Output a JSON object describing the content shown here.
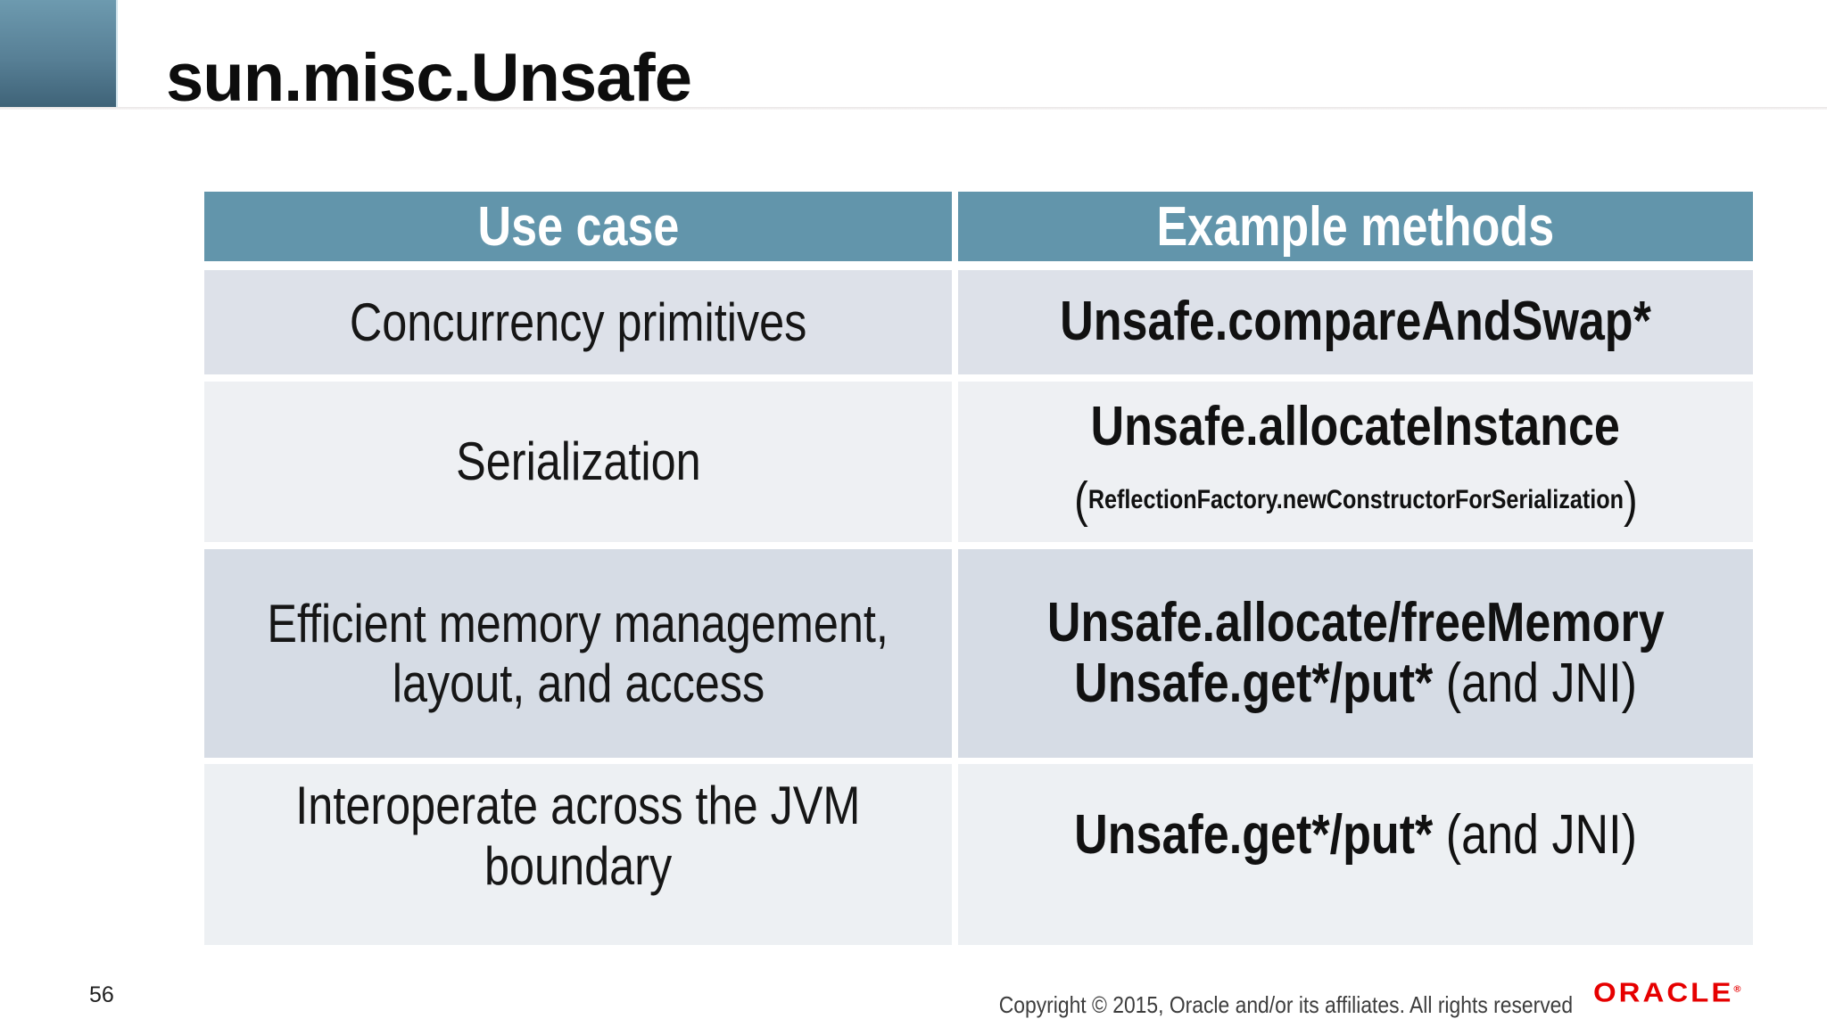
{
  "slide": {
    "title": "sun.misc.Unsafe",
    "page_number": "56"
  },
  "table": {
    "header": {
      "use_case": "Use case",
      "example_methods": "Example methods"
    },
    "rows": [
      {
        "use_case_line1": "Concurrency primitives",
        "method_bold": "Unsafe.compareAndSwap*"
      },
      {
        "use_case_line1": "Serialization",
        "method_bold": "Unsafe.allocateInstance",
        "method_paren_open": "(",
        "method_sub": "ReflectionFactory.newConstructorForSerialization",
        "method_paren_close": ")"
      },
      {
        "use_case_line1": "Efficient memory management,",
        "use_case_line2": "layout, and access",
        "method_bold": "Unsafe.allocate/freeMemory",
        "method_bold_line2": "Unsafe.get*/put*",
        "method_regular_line2": " (and JNI)"
      },
      {
        "use_case_line1": "Interoperate across the JVM",
        "use_case_line2": "boundary",
        "method_bold": "Unsafe.get*/put*",
        "method_regular": " (and JNI)"
      }
    ]
  },
  "footer": {
    "copyright": "Copyright © 2015, Oracle and/or its affiliates. All rights reserved",
    "logo_text": "ORACLE",
    "logo_registered": "®"
  },
  "colors": {
    "header_bg": "#6295ab",
    "row_shade_a": "#dde1e9",
    "row_shade_b": "#eef0f3",
    "row_shade_c": "#d6dce5",
    "row_shade_d": "#edf0f3",
    "accent_block_top": "#6d9aaf",
    "accent_block_bottom": "#3e6277",
    "oracle_red": "#e60000"
  }
}
